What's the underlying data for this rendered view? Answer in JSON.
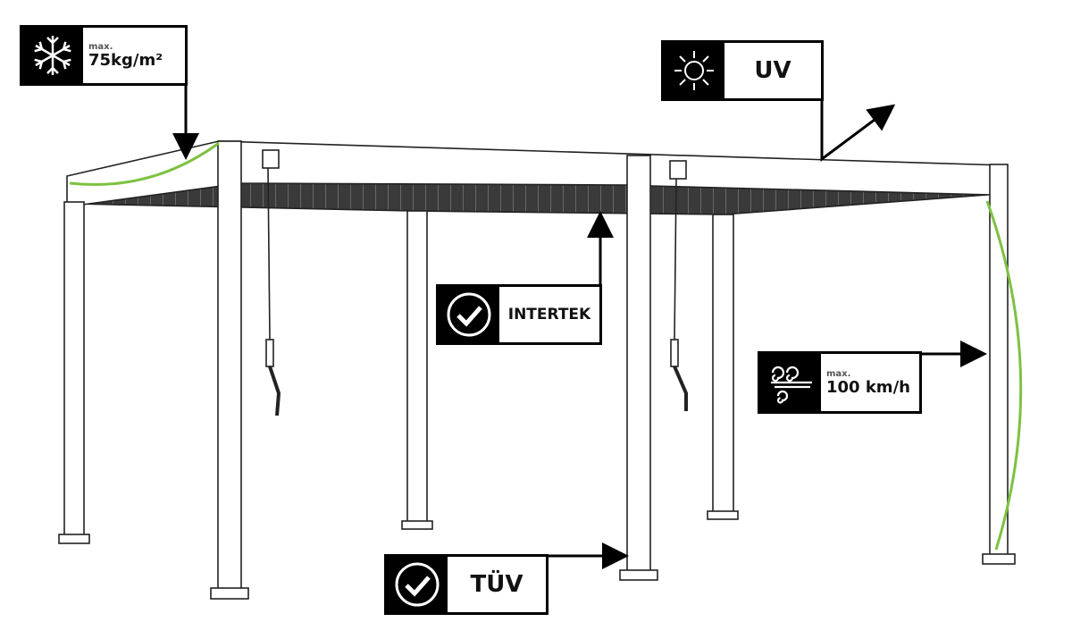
{
  "badges": {
    "snow": {
      "icon": "snowflake-icon",
      "prefix": "max.",
      "value": "75kg/m²"
    },
    "uv": {
      "icon": "sun-icon",
      "label": "UV"
    },
    "intertek": {
      "icon": "checkmark-circle-icon",
      "label": "INTERTEK"
    },
    "tuv": {
      "icon": "checkmark-circle-icon",
      "label": "TÜV"
    },
    "wind": {
      "icon": "wind-icon",
      "prefix": "max.",
      "value": "100 km/h"
    }
  },
  "colors": {
    "accent": "#7dc242",
    "line": "#000000"
  }
}
